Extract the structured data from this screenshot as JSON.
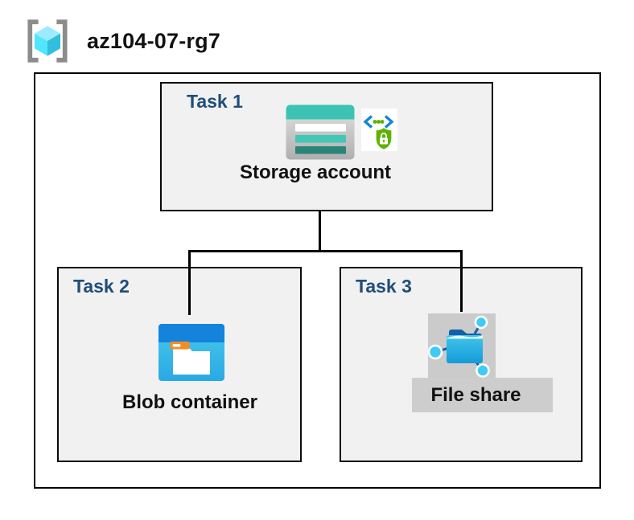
{
  "header": {
    "title": "az104-07-rg7",
    "icon": "resource-group-icon"
  },
  "tasks": [
    {
      "label": "Task 1",
      "item": "Storage account",
      "icons": [
        "storage-account-icon",
        "secure-access-icon"
      ]
    },
    {
      "label": "Task 2",
      "item": "Blob container",
      "icons": [
        "blob-container-icon"
      ]
    },
    {
      "label": "Task 3",
      "item": "File share",
      "icons": [
        "file-share-icon"
      ]
    }
  ],
  "connections": [
    {
      "from": "Storage account",
      "to": "Blob container"
    },
    {
      "from": "Storage account",
      "to": "File share"
    }
  ],
  "colors": {
    "task_label": "#1F4E79",
    "box_fill": "#F1F1F1",
    "box_border": "#000000",
    "highlight_gray": "#CDCDCD",
    "storage_teal": "#3CC3B3",
    "storage_teal_mid": "#41C7B6",
    "storage_teal_dark": "#2A8478",
    "blob_top_blue": "#1383DC",
    "blob_body_blue": "#35BCE8",
    "fileshare_blue": "#1BA7E0",
    "fileshare_navy": "#1460A8",
    "security_green": "#5DB300",
    "security_blue": "#1285DD",
    "rg_cube_light": "#9CEBFF",
    "rg_cube_mid": "#50E6FF",
    "rg_cube_dark": "#32BEDD",
    "rg_bracket_gray": "#8C8C8C"
  }
}
